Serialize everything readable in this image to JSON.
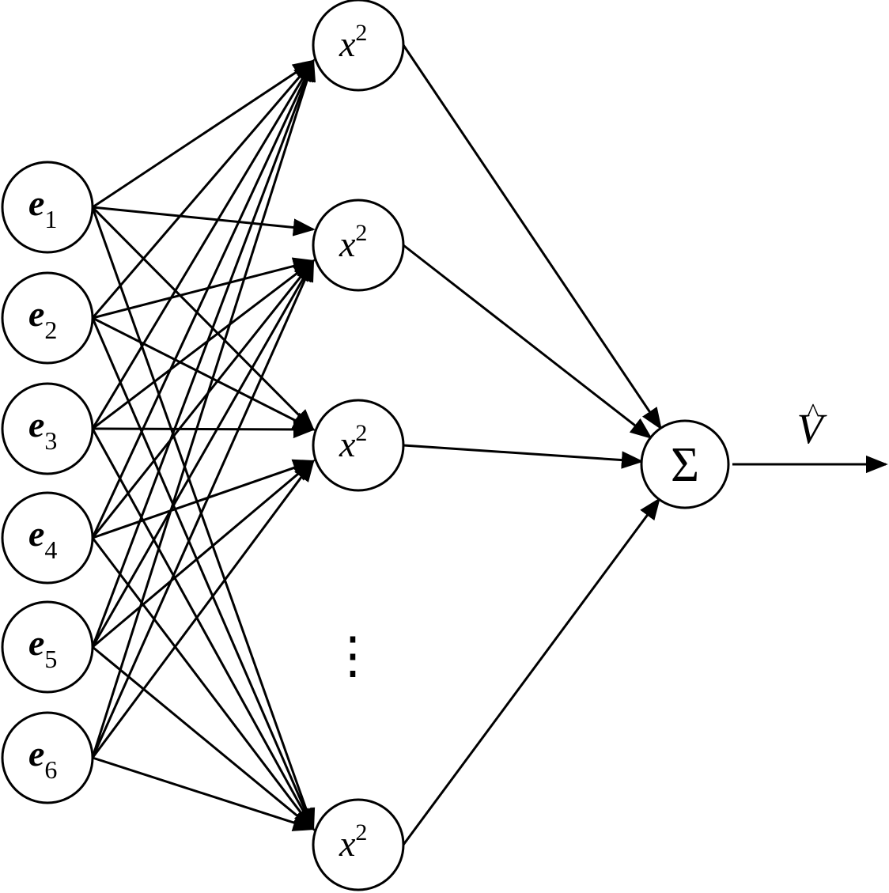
{
  "inputs": [
    {
      "base": "e",
      "sub": "1"
    },
    {
      "base": "e",
      "sub": "2"
    },
    {
      "base": "e",
      "sub": "3"
    },
    {
      "base": "e",
      "sub": "4"
    },
    {
      "base": "e",
      "sub": "5"
    },
    {
      "base": "e",
      "sub": "6"
    }
  ],
  "hidden": [
    {
      "base": "x",
      "sup": "2"
    },
    {
      "base": "x",
      "sup": "2"
    },
    {
      "base": "x",
      "sup": "2"
    },
    {
      "base": "x",
      "sup": "2"
    }
  ],
  "ellipsis": "⋮",
  "sum_symbol": "Σ",
  "output_label": "V",
  "output_hat": "^"
}
